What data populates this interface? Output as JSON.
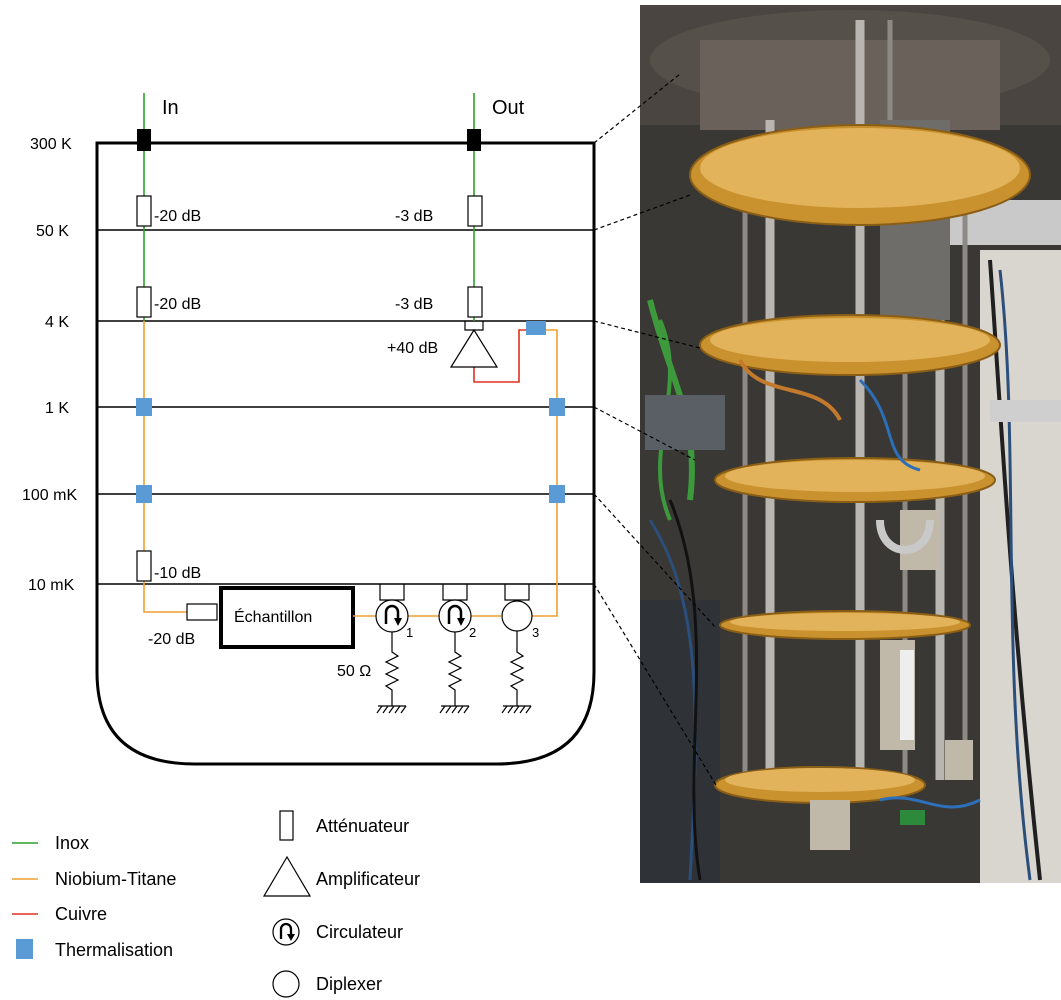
{
  "ports": {
    "input": "In",
    "output": "Out"
  },
  "temperature_stages": [
    "300 K",
    "50 K",
    "4 K",
    "1 K",
    "100 mK",
    "10 mK"
  ],
  "attenuation": {
    "in_50k": "-20 dB",
    "in_4k": "-20 dB",
    "in_10mk": "-10 dB",
    "out_50k": "-3 dB",
    "out_4k": "-3 dB",
    "sample_side": "-20 dB"
  },
  "amplifier_gain": "+40 dB",
  "sample_label": "Échantillon",
  "load_resistance": "50 Ω",
  "circulator_numbers": [
    "1",
    "2",
    "3"
  ],
  "colors": {
    "inox": "#2ca02c",
    "niobium_titane": "#f0a030",
    "cuivre": "#e03020",
    "thermalisation": "#5b9bd5"
  },
  "legend_lines": [
    {
      "label": "Inox",
      "icon": "green-line-swatch"
    },
    {
      "label": "Niobium-Titane",
      "icon": "orange-line-swatch"
    },
    {
      "label": "Cuivre",
      "icon": "red-line-swatch"
    },
    {
      "label": "Thermalisation",
      "icon": "blue-square-swatch"
    }
  ],
  "legend_components": [
    {
      "label": "Atténuateur",
      "icon": "attenuator-icon"
    },
    {
      "label": "Amplificateur",
      "icon": "amplifier-icon"
    },
    {
      "label": "Circulateur",
      "icon": "circulator-icon"
    },
    {
      "label": "Diplexer",
      "icon": "diplexer-icon"
    }
  ]
}
